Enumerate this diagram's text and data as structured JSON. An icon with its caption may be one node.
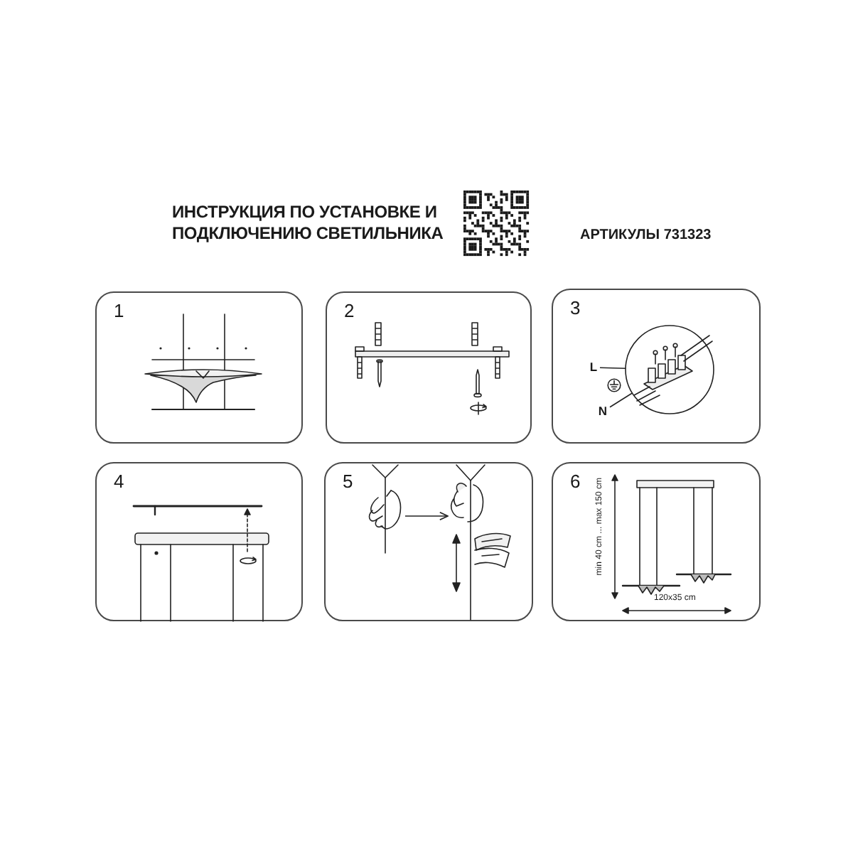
{
  "diagram": {
    "title": "ИНСТРУКЦИЯ ПО УСТАНОВКЕ И ПОДКЛЮЧЕНИЮ СВЕТИЛЬНИКА",
    "nodes": [
      {
        "text": [
          "1"
        ]
      },
      {
        "text": [
          "2"
        ]
      },
      {
        "text": [
          "3"
        ]
      },
      {
        "text": [
          "L"
        ],
        "in": 2
      },
      {
        "text": [
          "N"
        ],
        "in": 2
      },
      {
        "text": [],
        "shape": "picture",
        "in": 2
      },
      {
        "text": [
          "4"
        ]
      },
      {
        "text": [
          "5"
        ]
      },
      {
        "text": [],
        "shape": "picture",
        "in": 7
      },
      {
        "text": [],
        "shape": "picture",
        "in": 7
      },
      {
        "text": [
          "6"
        ]
      }
    ],
    "edges": [
      {
        "from": 3,
        "to": 5,
        "arrow": "none"
      },
      {
        "from": 4,
        "to": 5,
        "arrow": "none"
      },
      {
        "from": 8,
        "to": 9,
        "arrow": "to"
      }
    ],
    "labels": [
      "АРТИКУЛЫ 731323",
      "min 40 cm ... max 150 cm",
      "120x35 cm"
    ]
  }
}
